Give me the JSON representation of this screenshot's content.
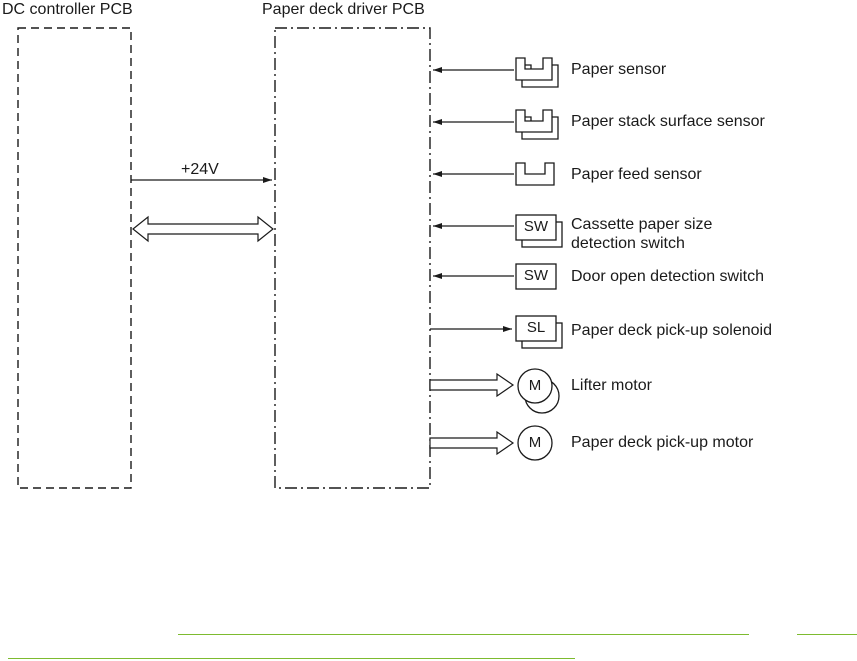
{
  "blocks": {
    "dc_controller": "DC controller PCB",
    "paper_deck_driver": "Paper deck driver PCB"
  },
  "signals": {
    "power": "+24V"
  },
  "components": [
    {
      "id": "paper-sensor",
      "symbol_type": "photo-sensor-double",
      "symbol_text": "",
      "label": "Paper sensor",
      "direction": "in"
    },
    {
      "id": "paper-stack-surface-sensor",
      "symbol_type": "photo-sensor-double",
      "symbol_text": "",
      "label": "Paper stack surface sensor",
      "direction": "in"
    },
    {
      "id": "paper-feed-sensor",
      "symbol_type": "photo-sensor",
      "symbol_text": "",
      "label": "Paper feed sensor",
      "direction": "in"
    },
    {
      "id": "cassette-paper-size-detection-switch",
      "symbol_type": "switch-double",
      "symbol_text": "SW",
      "label_lines": [
        "Cassette paper size",
        "detection switch"
      ],
      "direction": "in"
    },
    {
      "id": "door-open-detection-switch",
      "symbol_type": "switch",
      "symbol_text": "SW",
      "label": "Door open detection switch",
      "direction": "in"
    },
    {
      "id": "paper-deck-pick-up-solenoid",
      "symbol_type": "solenoid-double",
      "symbol_text": "SL",
      "label": "Paper deck pick-up solenoid",
      "direction": "out"
    },
    {
      "id": "lifter-motor",
      "symbol_type": "motor-double",
      "symbol_text": "M",
      "label": "Lifter motor",
      "direction": "out-bus"
    },
    {
      "id": "paper-deck-pick-up-motor",
      "symbol_type": "motor",
      "symbol_text": "M",
      "label": "Paper deck pick-up motor",
      "direction": "out-bus"
    }
  ],
  "colors": {
    "line": "#1a1a1a",
    "footer_rule": "#7dbb2f"
  }
}
